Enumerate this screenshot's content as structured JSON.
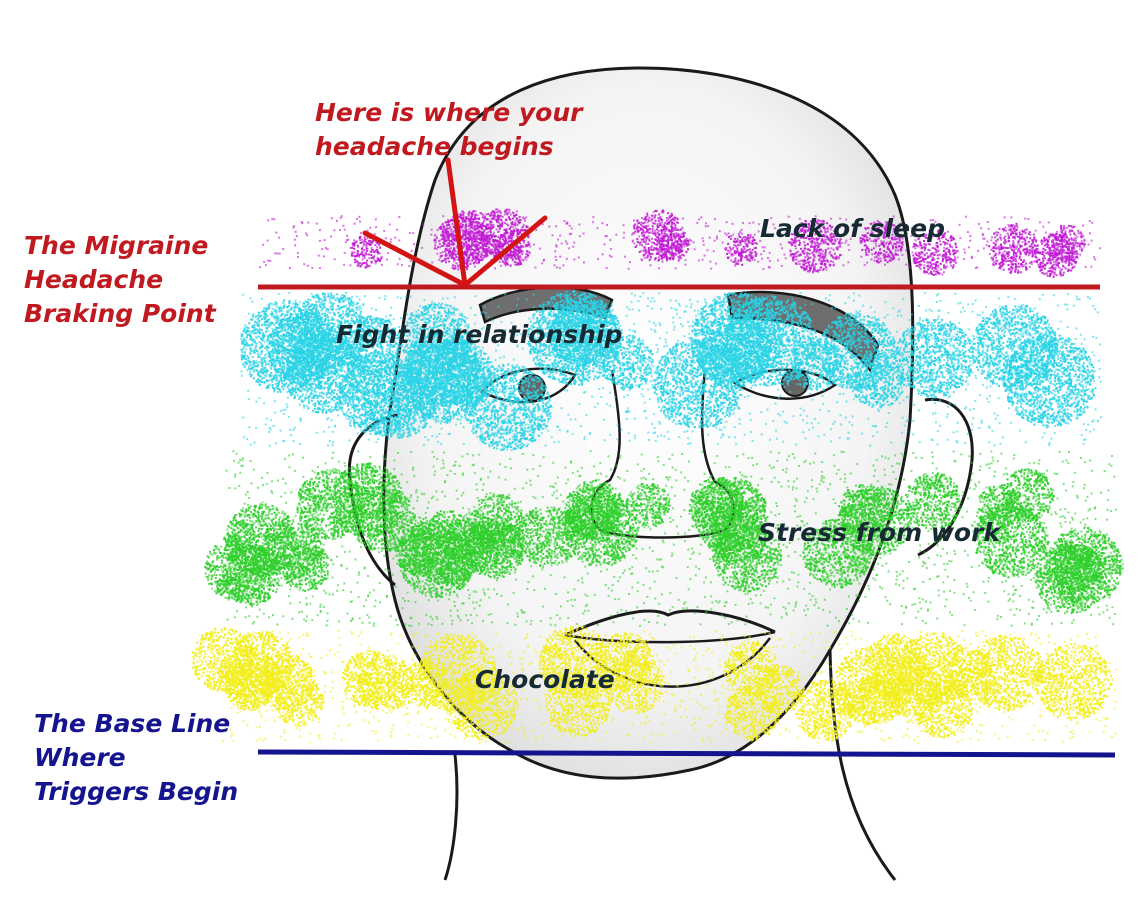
{
  "diagram": {
    "pointer_label": {
      "line1": "Here is where your",
      "line2": "headache begins"
    },
    "breaking_point": {
      "line1": "The Migraine",
      "line2": "Headache",
      "line3": "Braking Point"
    },
    "baseline": {
      "line1": "The Base Line",
      "line2": "Where",
      "line3": "Triggers Begin"
    },
    "bands": [
      {
        "label": "Lack of sleep",
        "color": "#c21bd4"
      },
      {
        "label": "Fight in relationship",
        "color": "#2ad3e6"
      },
      {
        "label": "Stress from work",
        "color": "#2fcf2c"
      },
      {
        "label": "Chocolate",
        "color": "#f2ee1c"
      }
    ],
    "line_colors": {
      "breaking_point": "#c0191f",
      "baseline": "#14148f"
    }
  }
}
